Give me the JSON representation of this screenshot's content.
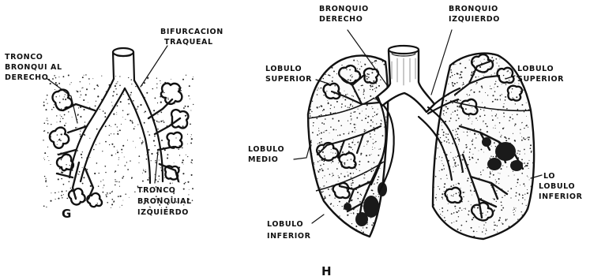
{
  "panel_g": {
    "letter": "G",
    "labels": {
      "bifurcacion_line1": "BIFURCACION",
      "bifurcacion_line2": "TRAQUEAL",
      "tronco_derecho_line1": "TRONCO",
      "tronco_derecho_line2": "BRONQUI AL",
      "tronco_derecho_line3": "DERECHO",
      "tronco_izquierdo_line1": "TRONCO",
      "tronco_izquierdo_line2": "BRONQUIAL",
      "tronco_izquierdo_line3": "IZQUIERDO"
    }
  },
  "panel_h": {
    "letter": "H",
    "labels": {
      "bronquio_derecho_line1": "BRONQUIO",
      "bronquio_derecho_line2": "DERECHO",
      "bronquio_izquierdo_line1": "BRONQUIO",
      "bronquio_izquierdo_line2": "IZQUIERDO",
      "lobulo_superior_der_line1": "LOBULO",
      "lobulo_superior_der_line2": "SUPERIOR",
      "lobulo_superior_izq_line1": "LOBULO",
      "lobulo_superior_izq_line2": "SUPERIOR",
      "lobulo_medio_line1": "LOBULO",
      "lobulo_medio_line2": "MEDIO",
      "lobulo_inferior_der_line1": "LOBULO",
      "lobulo_inferior_der_line2": "INFERIOR",
      "lobulo_inferior_izq_line1": "LO",
      "lobulo_inferior_izq_line2": "LOBULO",
      "lobulo_inferior_izq_line3": "INFERIOR"
    }
  }
}
